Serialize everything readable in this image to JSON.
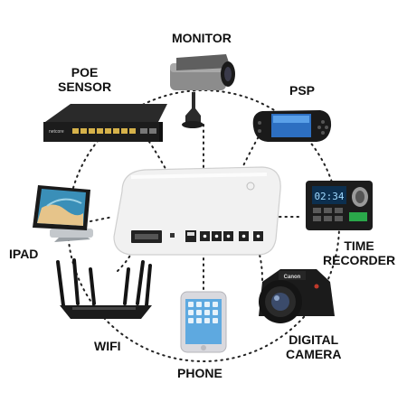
{
  "labels": {
    "monitor": "MONITOR",
    "poe_line1": "POE",
    "poe_line2": "SENSOR",
    "psp": "PSP",
    "ipad": "IPAD",
    "time_line1": "TIME",
    "time_line2": "RECORDER",
    "wifi": "WIFI",
    "phone": "PHONE",
    "camera_line1": "DIGITAL",
    "camera_line2": "CAMERA"
  },
  "devices": {
    "switch_brand": "netcore",
    "clock_display": "02:34",
    "camera_brand": "Canon"
  },
  "colors": {
    "background": "#ffffff",
    "connector": "#222222",
    "hub_body": "#f1f1f1",
    "label_text": "#111111"
  }
}
